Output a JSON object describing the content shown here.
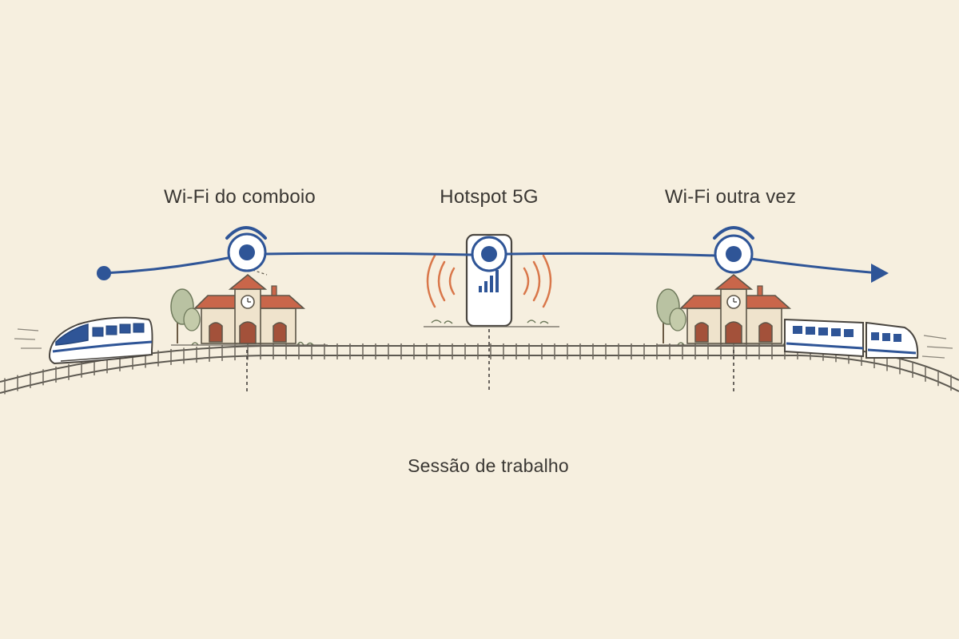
{
  "diagram": {
    "stages": [
      {
        "label": "Wi-Fi do comboio",
        "icon": "wifi-icon"
      },
      {
        "label": "Hotspot 5G",
        "icon": "smartphone-icon"
      },
      {
        "label": "Wi-Fi outra vez",
        "icon": "wifi-icon"
      }
    ],
    "timeline_label": "Sessão de trabalho"
  },
  "colors": {
    "background": "#f6efdf",
    "accent_blue": "#2f5597",
    "signal_orange": "#d9774a",
    "roof_red": "#c9664a",
    "ink": "#3a3733"
  }
}
